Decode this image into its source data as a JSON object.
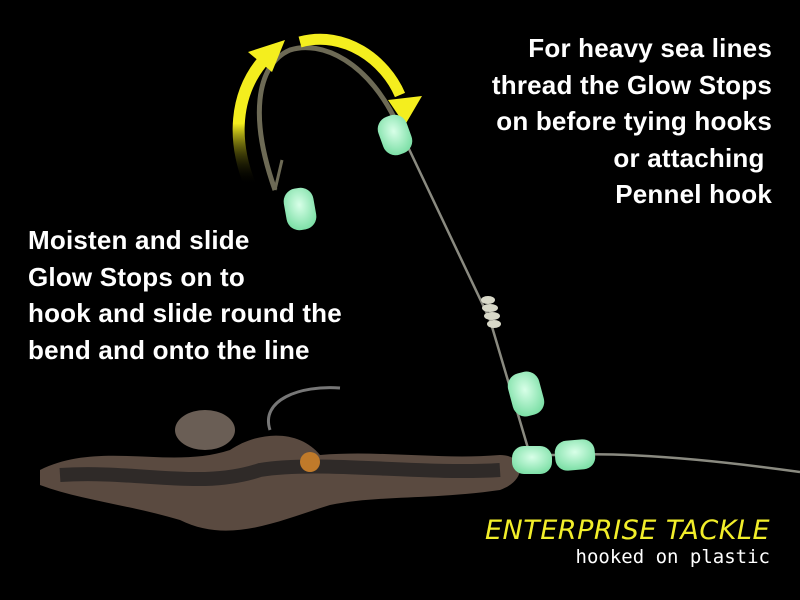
{
  "instructions_right": [
    "For heavy sea lines",
    "thread the Glow Stops",
    "on before tying hooks",
    "or attaching ",
    "Pennel hook"
  ],
  "instructions_left": [
    "Moisten and slide",
    "Glow Stops on to",
    "hook and slide round the",
    "bend and onto the line"
  ],
  "brand": {
    "name": "ENTERPRISE TACKLE",
    "tagline": "hooked on plastic"
  },
  "colors": {
    "background": "#000000",
    "arrow": "#f4ee1e",
    "glow_stop": "#9ff5c4",
    "brand": "#f2ee2a"
  }
}
